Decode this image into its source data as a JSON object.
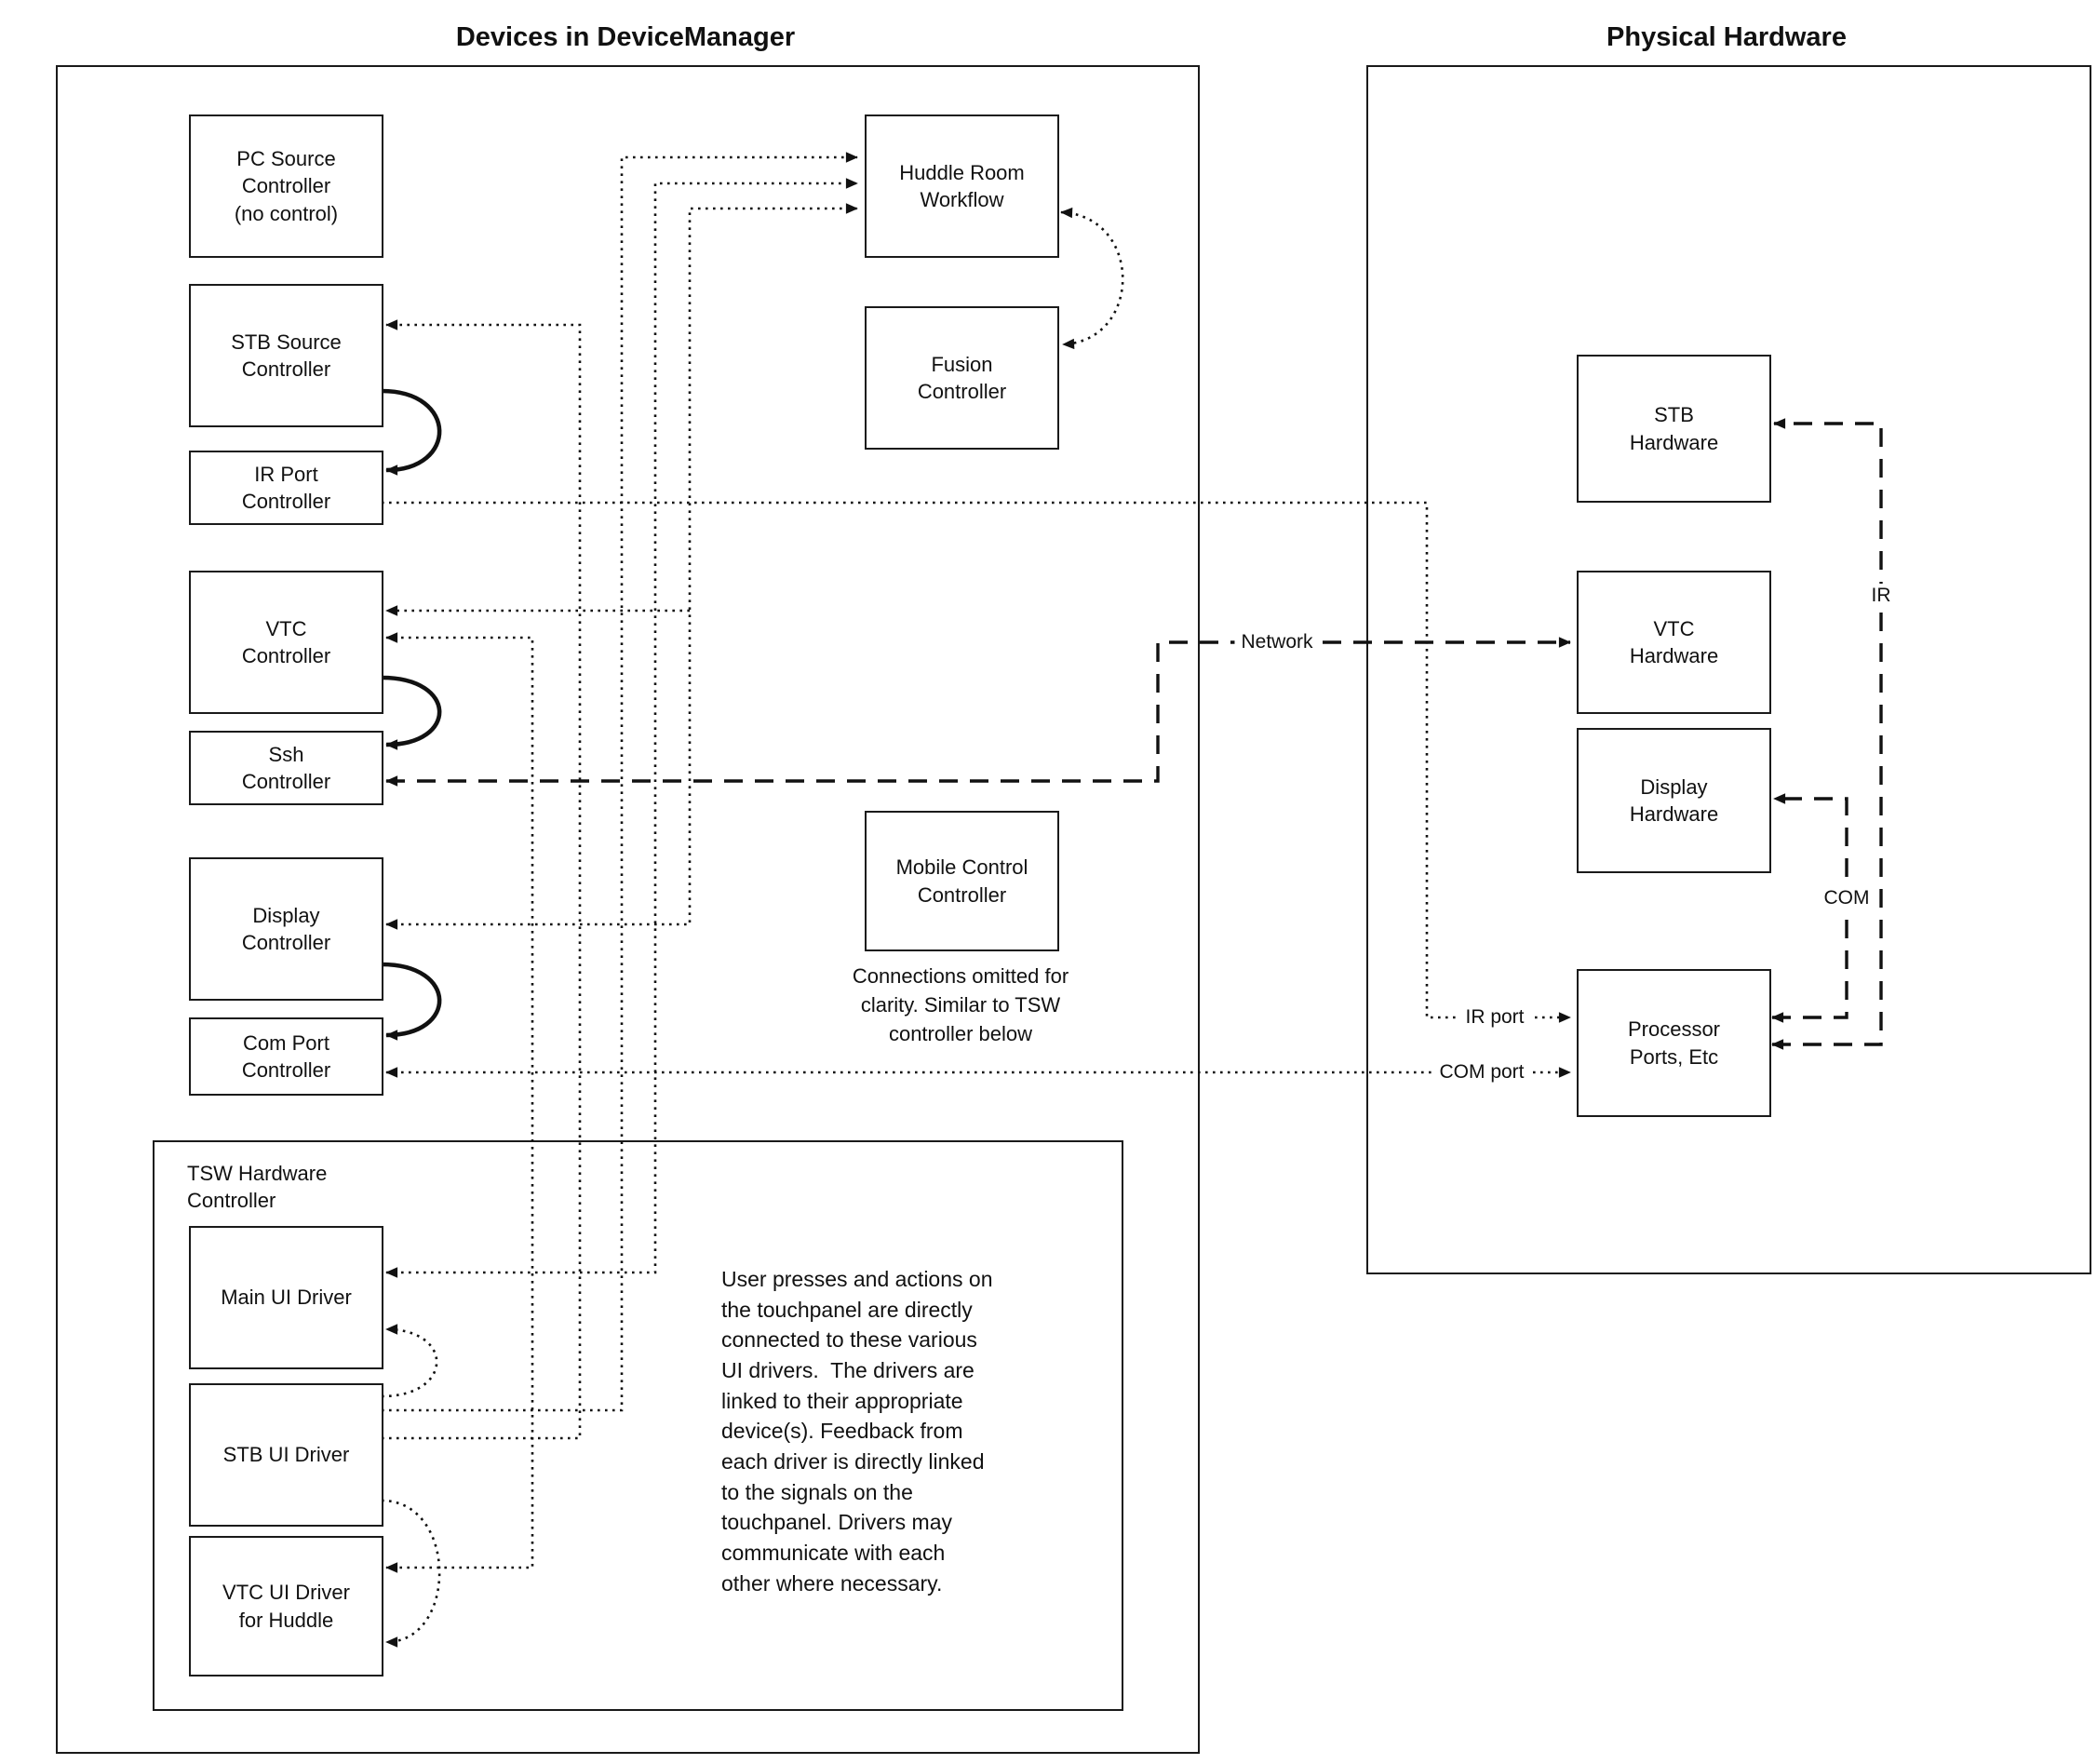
{
  "titles": {
    "device_manager": "Devices in DeviceManager",
    "physical_hardware": "Physical Hardware"
  },
  "device_manager": {
    "pc_source": "PC Source\nController\n(no control)",
    "stb_source": "STB Source\nController",
    "ir_port": "IR Port\nController",
    "vtc": "VTC\nController",
    "ssh": "Ssh\nController",
    "display": "Display\nController",
    "com_port": "Com Port\nController",
    "huddle": "Huddle Room\nWorkflow",
    "fusion": "Fusion\nController",
    "mobile": "Mobile Control\nController",
    "mobile_note": "Connections omitted for\nclarity. Similar to TSW\ncontroller below"
  },
  "tsw": {
    "label": "TSW Hardware\nController",
    "main_ui": "Main UI Driver",
    "stb_ui": "STB UI Driver",
    "vtc_ui": "VTC UI Driver\nfor Huddle",
    "note": "User presses and actions on\nthe touchpanel are directly\nconnected to these various\nUI drivers.  The drivers are\nlinked to their appropriate\ndevice(s). Feedback from\neach driver is directly linked\nto the signals on the\ntouchpanel. Drivers may\ncommunicate with each\nother where necessary."
  },
  "physical_hardware": {
    "stb_hw": "STB\nHardware",
    "vtc_hw": "VTC\nHardware",
    "display_hw": "Display\nHardware",
    "processor": "Processor\nPorts, Etc"
  },
  "wire_labels": {
    "network": "Network",
    "ir": "IR",
    "com": "COM",
    "ir_port": "IR port",
    "com_port": "COM port"
  },
  "colors": {
    "line": "#111111",
    "background": "#ffffff"
  }
}
